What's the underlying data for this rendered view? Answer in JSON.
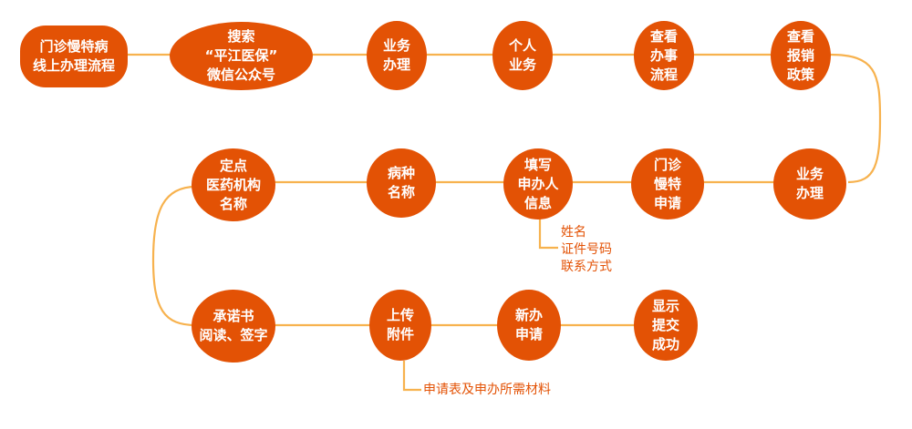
{
  "title": "门诊慢特病线上办理流程",
  "colors": {
    "node": "#E35205",
    "connector": "#F7B24E",
    "note_text": "#E35205"
  },
  "nodes": [
    {
      "id": "start",
      "text": "门诊慢特病\n线上办理流程"
    },
    {
      "id": "search",
      "text": "搜索\n“平江医保”\n微信公众号"
    },
    {
      "id": "biz1",
      "text": "业务\n办理"
    },
    {
      "id": "personal",
      "text": "个人\n业务"
    },
    {
      "id": "process",
      "text": "查看\n办事\n流程"
    },
    {
      "id": "policy",
      "text": "查看\n报销\n政策"
    },
    {
      "id": "biz2",
      "text": "业务\n办理"
    },
    {
      "id": "apply",
      "text": "门诊\n慢特\n申请"
    },
    {
      "id": "info",
      "text": "填写\n申办人\n信息"
    },
    {
      "id": "disease",
      "text": "病种\n名称"
    },
    {
      "id": "hospital",
      "text": "定点\n医药机构\n名称"
    },
    {
      "id": "promise",
      "text": "承诺书\n阅读、签字"
    },
    {
      "id": "upload",
      "text": "上传\n附件"
    },
    {
      "id": "newapply",
      "text": "新办\n申请"
    },
    {
      "id": "success",
      "text": "显示\n提交\n成功"
    }
  ],
  "notes": {
    "info_fields": "姓名\n证件号码\n联系方式",
    "upload_materials": "申请表及申办所需材料"
  }
}
